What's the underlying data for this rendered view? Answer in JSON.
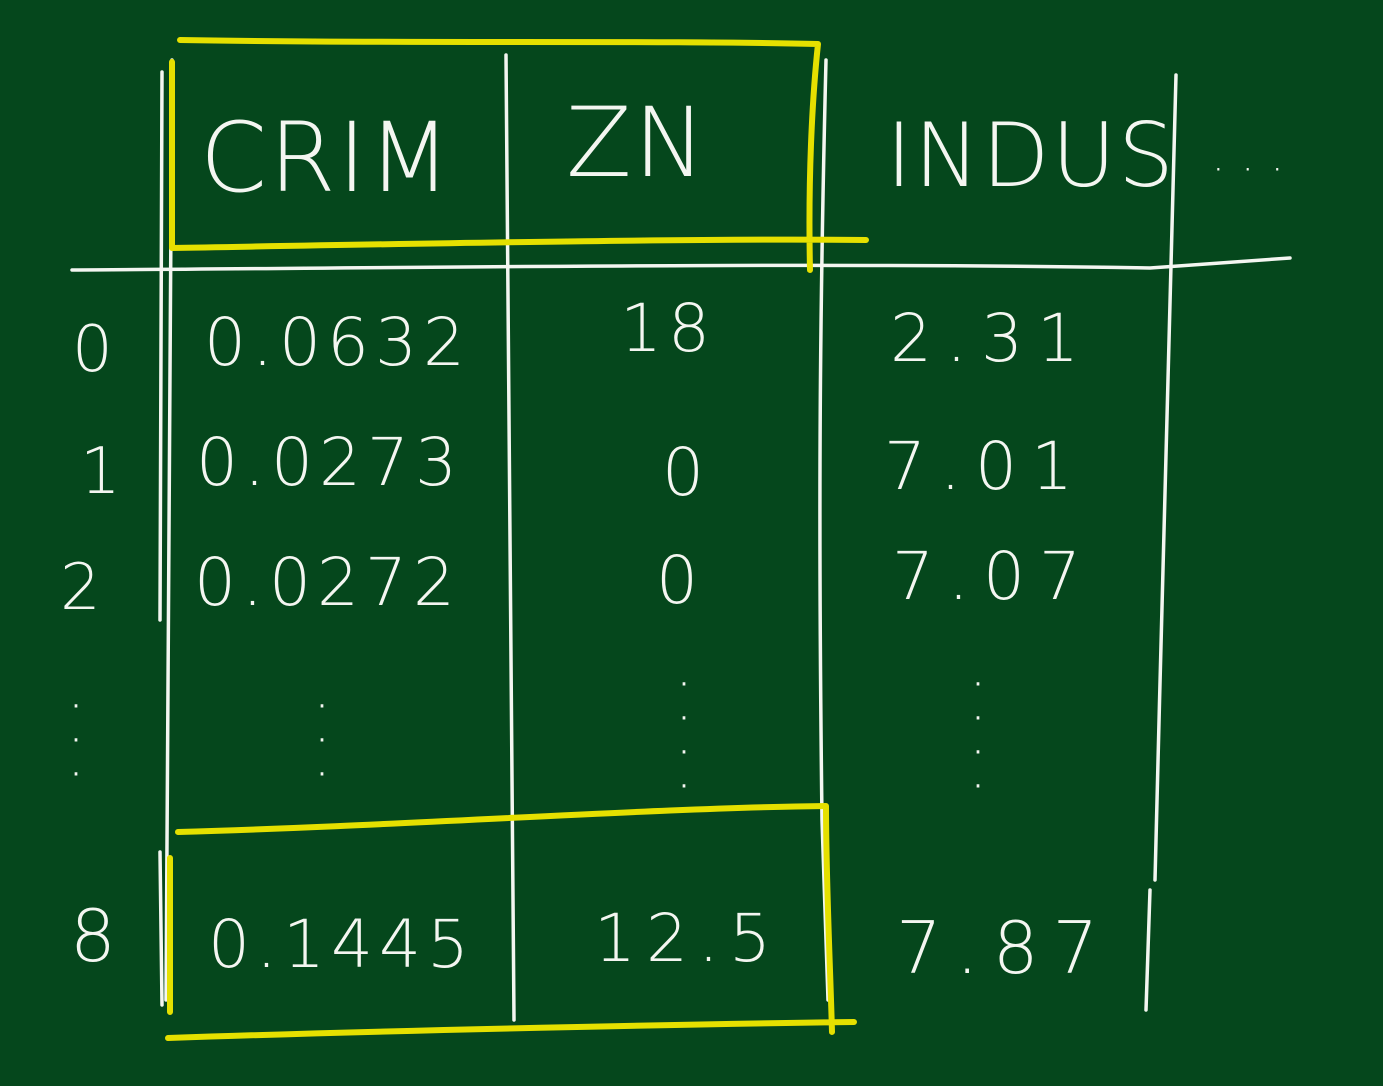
{
  "table": {
    "columns": [
      "CRIM",
      "ZN",
      "INDUS"
    ],
    "more_columns": "· · ·",
    "rows": [
      {
        "index": "0",
        "CRIM": "0.0632",
        "ZN": "18",
        "INDUS": "2.31"
      },
      {
        "index": "1",
        "CRIM": "0.0273",
        "ZN": "0",
        "INDUS": "7.01"
      },
      {
        "index": "2",
        "CRIM": "0.0272",
        "ZN": "0",
        "INDUS": "7.07"
      },
      {
        "index": "8",
        "CRIM": "0.1445",
        "ZN": "12.5",
        "INDUS": "7.87"
      }
    ],
    "ellipsis_row": true
  },
  "highlights": [
    {
      "name": "header-highlight",
      "covers": [
        "CRIM",
        "ZN"
      ],
      "row": "header"
    },
    {
      "name": "row-8-highlight",
      "covers": [
        "CRIM",
        "ZN"
      ],
      "row": "8"
    }
  ],
  "colors": {
    "board": "#05471c",
    "chalk": "#f4f6f1",
    "highlight": "#e5e000"
  }
}
